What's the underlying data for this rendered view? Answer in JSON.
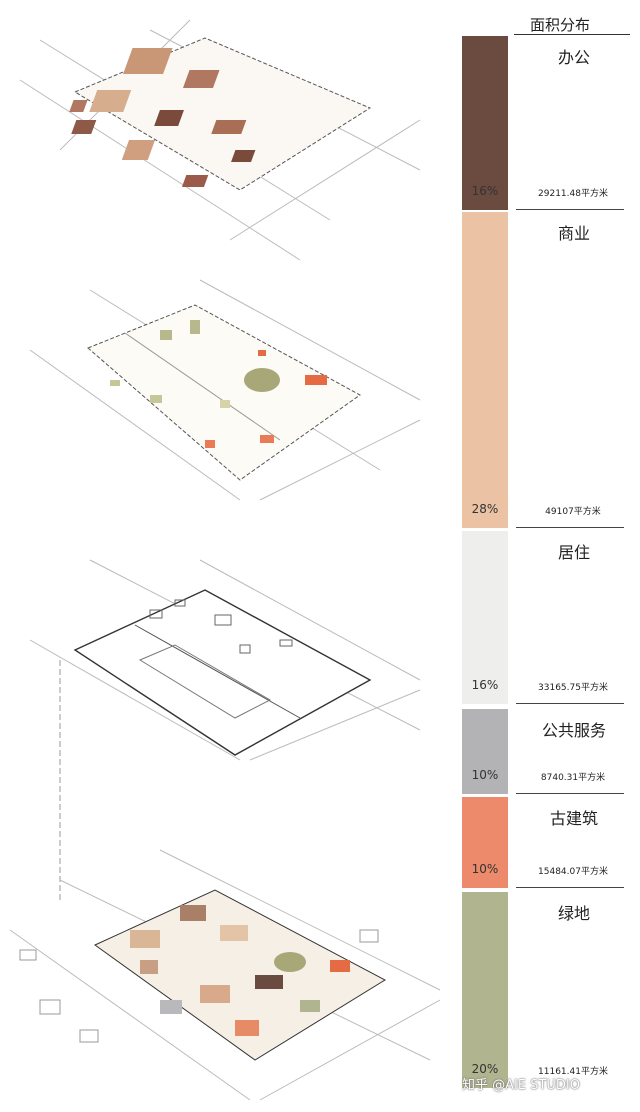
{
  "chart_data": {
    "type": "bar",
    "title": "面积分布",
    "categories": [
      "办公",
      "商业",
      "居住",
      "公共服务",
      "古建筑",
      "绿地"
    ],
    "percent_labels": [
      "16%",
      "28%",
      "16%",
      "10%",
      "10%",
      "20%"
    ],
    "area_labels": [
      "29211.48平方米",
      "49107平方米",
      "33165.75平方米",
      "8740.31平方米",
      "15484.07平方米",
      "11161.41平方米"
    ],
    "colors": [
      "#6b4a40",
      "#ebc3a4",
      "#eeeeec",
      "#b3b3b6",
      "#ec8a6b",
      "#b0b48f"
    ]
  },
  "watermark": "知乎 @AIE STUDIO"
}
